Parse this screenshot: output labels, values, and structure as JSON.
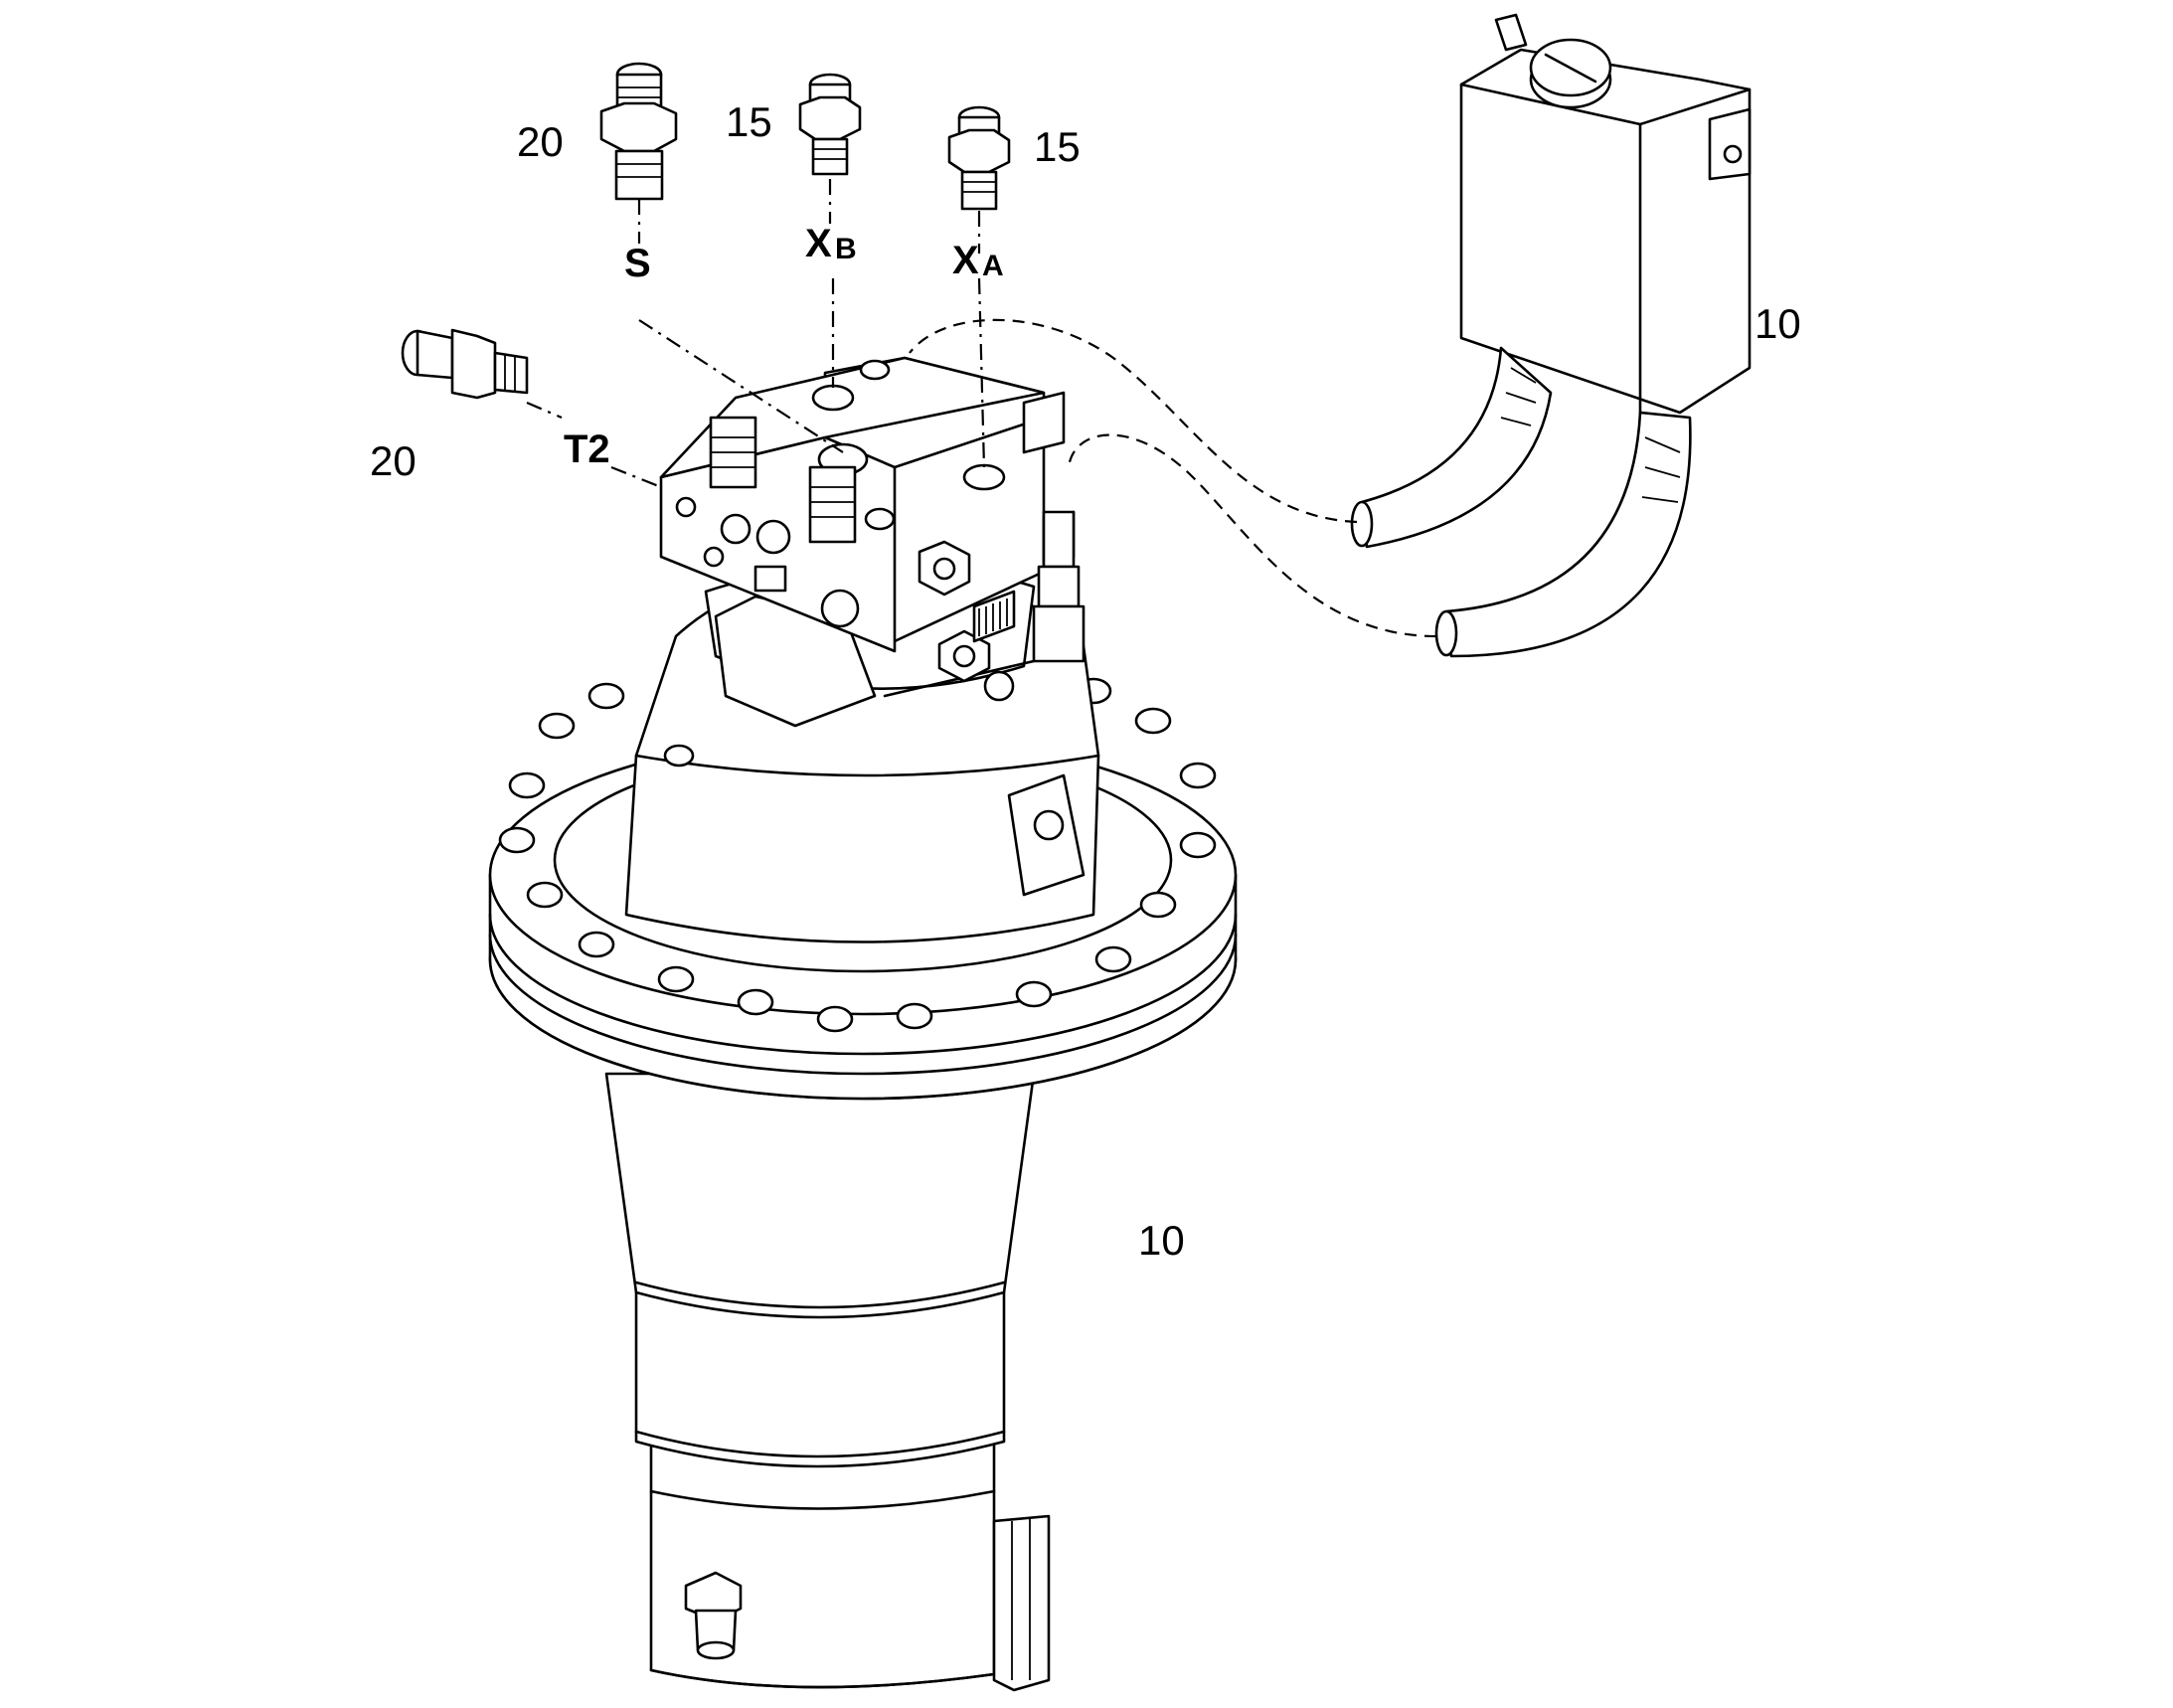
{
  "callouts": {
    "left_plug_top": "20",
    "left_plug_side": "20",
    "fitting_xb": "15",
    "fitting_xa": "15",
    "control_unit": "10",
    "motor_body": "10"
  },
  "ports": {
    "s": "S",
    "t2": "T2",
    "xb_main": "X",
    "xb_sub": "B",
    "xa_main": "X",
    "xa_sub": "A"
  },
  "icons": {
    "fitting": "hydraulic-fitting-icon",
    "plug": "plug-icon",
    "motor": "travel-motor-icon",
    "control": "control-unit-icon"
  }
}
